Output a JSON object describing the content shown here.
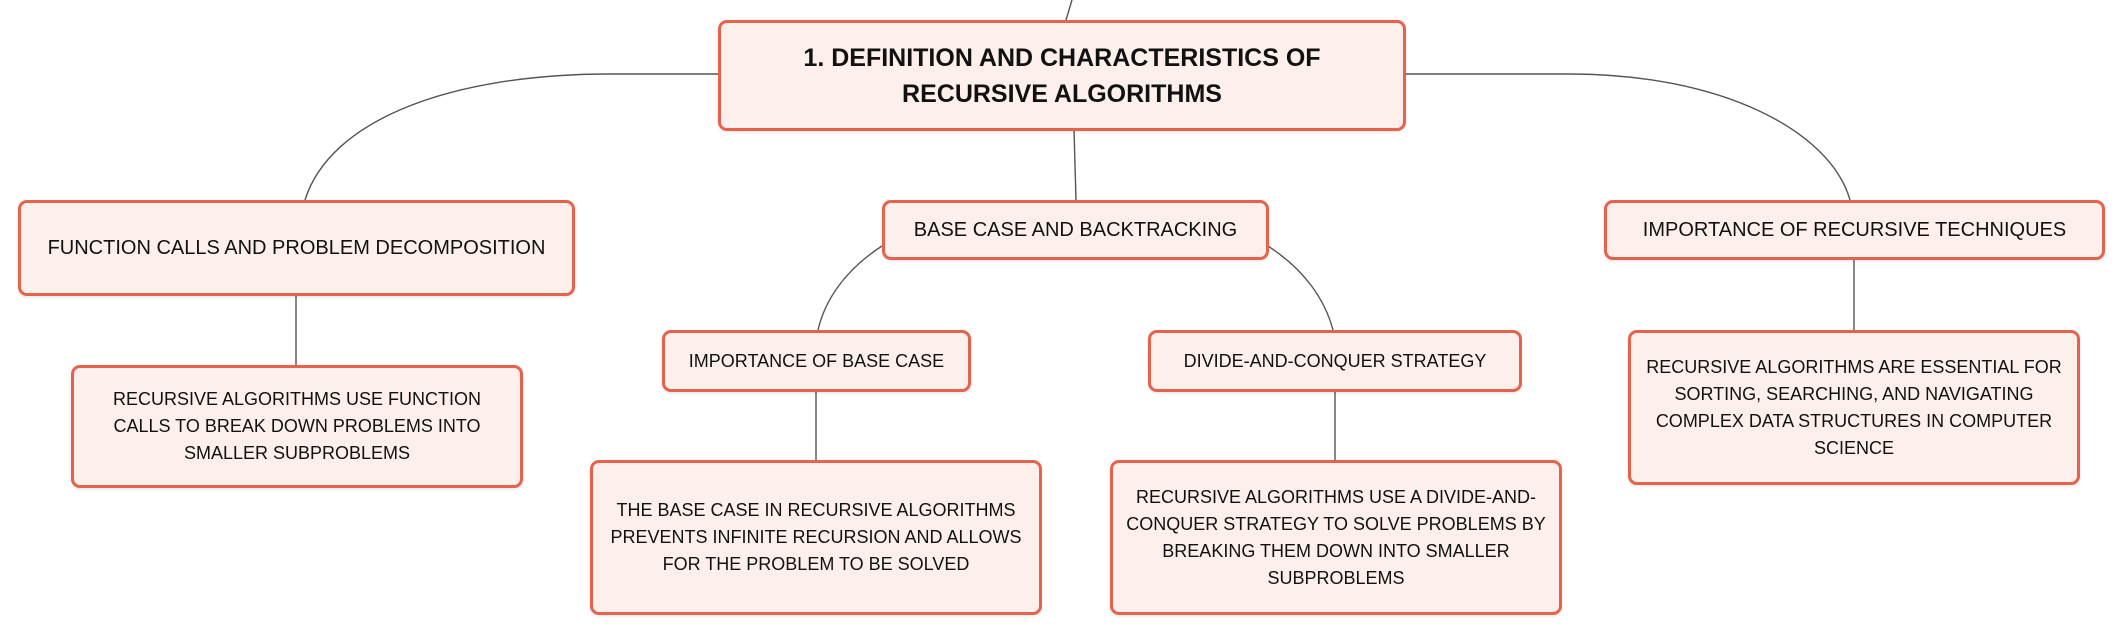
{
  "mindmap": {
    "root": {
      "label": "1. DEFINITION AND CHARACTERISTICS OF RECURSIVE ALGORITHMS"
    },
    "branches": [
      {
        "label": "FUNCTION CALLS AND PROBLEM DECOMPOSITION",
        "children": [
          {
            "label": "RECURSIVE ALGORITHMS USE FUNCTION CALLS TO BREAK DOWN PROBLEMS INTO SMALLER SUBPROBLEMS"
          }
        ]
      },
      {
        "label": "BASE CASE AND BACKTRACKING",
        "children": [
          {
            "label": "IMPORTANCE OF BASE CASE",
            "children": [
              {
                "label": "THE BASE CASE IN RECURSIVE ALGORITHMS PREVENTS INFINITE RECURSION AND ALLOWS FOR THE PROBLEM TO BE SOLVED"
              }
            ]
          },
          {
            "label": "DIVIDE-AND-CONQUER STRATEGY",
            "children": [
              {
                "label": "RECURSIVE ALGORITHMS USE A DIVIDE-AND-CONQUER STRATEGY TO SOLVE PROBLEMS BY BREAKING THEM DOWN INTO SMALLER SUBPROBLEMS"
              }
            ]
          }
        ]
      },
      {
        "label": "IMPORTANCE OF RECURSIVE TECHNIQUES",
        "children": [
          {
            "label": "RECURSIVE ALGORITHMS ARE ESSENTIAL FOR SORTING, SEARCHING, AND NAVIGATING COMPLEX DATA STRUCTURES IN COMPUTER SCIENCE"
          }
        ]
      }
    ],
    "colors": {
      "node_fill": "#fdf0ec",
      "node_border": "#e5634c",
      "connector": "#555555",
      "text": "#111111"
    }
  }
}
